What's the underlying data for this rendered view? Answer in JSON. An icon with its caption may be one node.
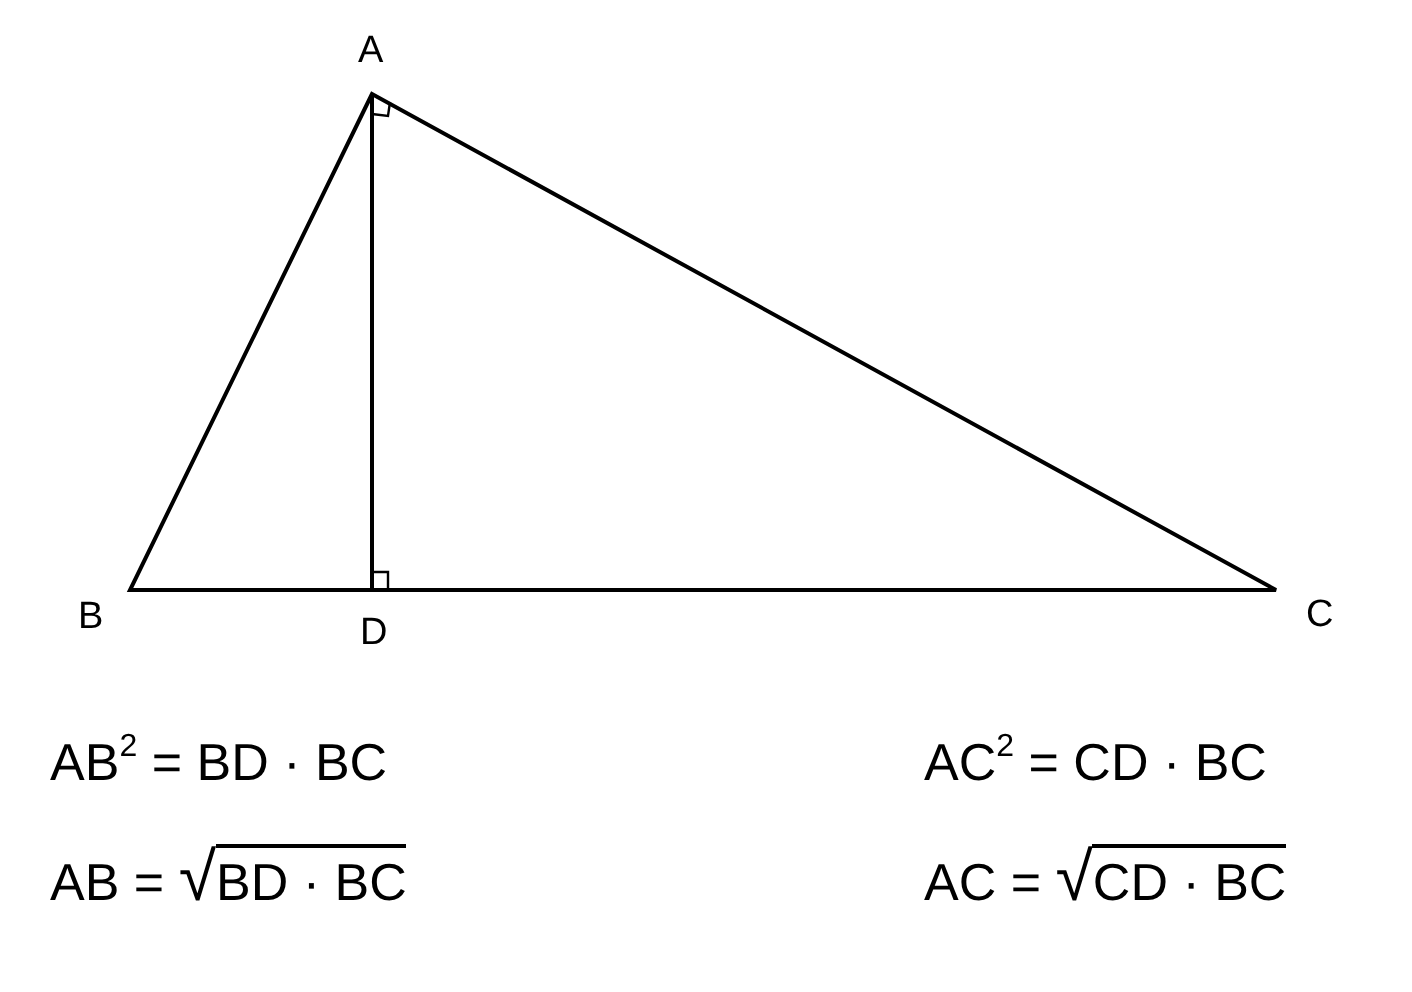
{
  "diagram": {
    "labels": [
      "A",
      "B",
      "D",
      "C",
      "AB$^{2}$ = BD · BC",
      "AC$^{2}$ = CD · BC",
      "AB = √BD · BC",
      "AC = √CD · BC"
    ]
  }
}
